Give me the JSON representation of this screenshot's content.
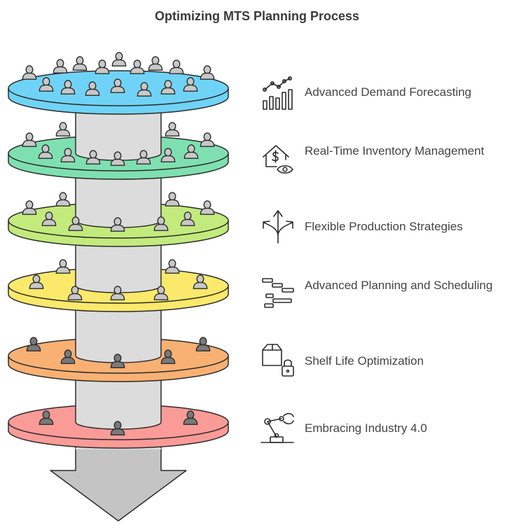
{
  "title": "Optimizing MTS Planning Process",
  "colors": {
    "stroke": "#2b2b2b",
    "column": "#dcdcdc",
    "person_fill": "#c8c8c8",
    "person_fill_dark": "#7a7a7a",
    "arrow": "#c4c4c4"
  },
  "layers": [
    {
      "label": "Advanced Demand Forecasting",
      "color": "#6fd3f7",
      "icon": "chart-growth-icon"
    },
    {
      "label": "Real-Time Inventory Management",
      "color": "#7ee0b0",
      "icon": "house-dollar-eye-icon"
    },
    {
      "label": "Flexible Production Strategies",
      "color": "#c3ea7c",
      "icon": "split-arrows-icon"
    },
    {
      "label": "Advanced Planning and Scheduling",
      "color": "#fbe96b",
      "icon": "gantt-icon"
    },
    {
      "label": "Shelf Life Optimization",
      "color": "#f9b173",
      "icon": "box-lock-icon"
    },
    {
      "label": "Embracing Industry 4.0",
      "color": "#fb9b98",
      "icon": "robot-arm-icon"
    }
  ]
}
